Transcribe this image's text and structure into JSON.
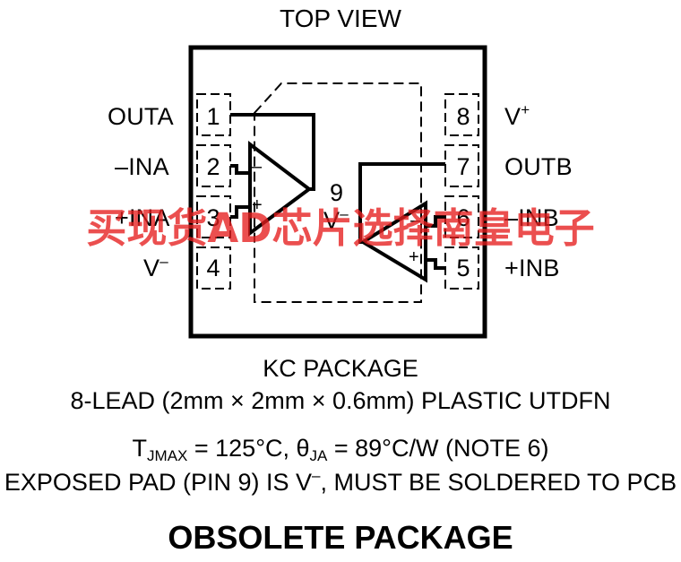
{
  "header": {
    "title": "TOP VIEW"
  },
  "pins_left": [
    {
      "number": "1",
      "name": "OUTA"
    },
    {
      "number": "2",
      "name": "–INA"
    },
    {
      "number": "3",
      "name": "+INA"
    },
    {
      "number": "4",
      "name": "V",
      "sup": "–"
    }
  ],
  "pins_right": [
    {
      "number": "8",
      "name": "V",
      "sup": "+"
    },
    {
      "number": "7",
      "name": "OUTB"
    },
    {
      "number": "6",
      "name": "–INB"
    },
    {
      "number": "5",
      "name": "+INB"
    }
  ],
  "exposed_pad": {
    "number": "9",
    "name": "V",
    "sup": "–"
  },
  "amp_a": {
    "minus": "–",
    "plus": "+"
  },
  "amp_b": {
    "minus": "–",
    "plus": "+"
  },
  "package": {
    "name": "KC PACKAGE",
    "description": "8-LEAD (2mm × 2mm × 0.6mm) PLASTIC UTDFN"
  },
  "thermal": {
    "t_symbol": "T",
    "t_sub": "JMAX",
    "t_value": " = 125°C, ",
    "theta_symbol": "θ",
    "theta_sub": "JA",
    "theta_value": " = 89°C/W (NOTE 6)"
  },
  "pad_note": {
    "prefix": "EXPOSED PAD (PIN 9) IS V",
    "sup": "–",
    "suffix": ", MUST BE SOLDERED TO PCB"
  },
  "status": "OBSOLETE PACKAGE",
  "watermark": "买现货AD芯片选择南皇电子",
  "colors": {
    "ink": "#000000",
    "watermark": "#e61e1e",
    "background": "#ffffff"
  }
}
